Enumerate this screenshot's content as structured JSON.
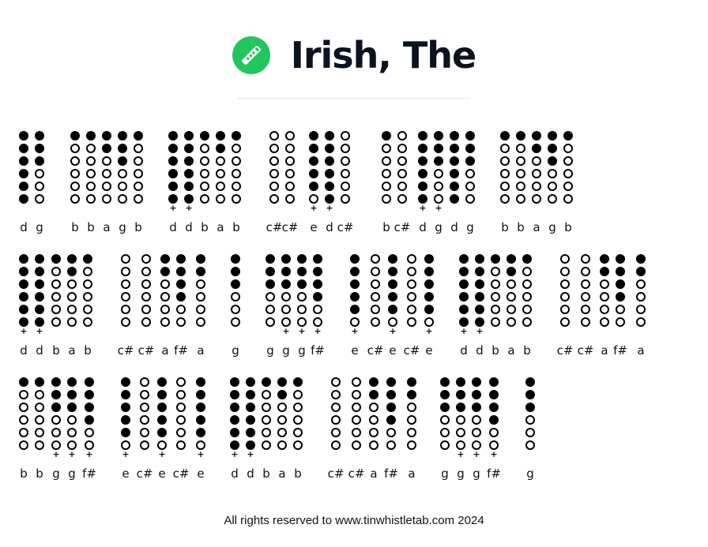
{
  "title": "Irish, The",
  "logo_icon": "tin-whistle-icon",
  "logo_color": "#22c55e",
  "footer": "All rights reserved to www.tinwhistletab.com 2024",
  "notes": [
    "d",
    "g",
    "b",
    "b",
    "a",
    "g",
    "b",
    "d+",
    "d+",
    "b",
    "a",
    "b",
    "c#",
    "c#",
    "e+",
    "d+",
    "c#",
    "b",
    "c#",
    "d+",
    "g+",
    "d",
    "g",
    "b",
    "b",
    "a",
    "g",
    "b",
    "d+",
    "d+",
    "b",
    "a",
    "b",
    "c#",
    "c#",
    "a",
    "f#",
    "a",
    "g",
    "g",
    "g+",
    "g+",
    "f#+",
    "e+",
    "c#",
    "e+",
    "c#",
    "e+",
    "d+",
    "d+",
    "b",
    "a",
    "b",
    "c#",
    "c#",
    "a",
    "f#",
    "a",
    "b",
    "b",
    "g+",
    "g+",
    "f#+",
    "e+",
    "c#",
    "e+",
    "c#",
    "e+",
    "d+",
    "d+",
    "b",
    "a",
    "b",
    "c#",
    "c#",
    "a",
    "f#",
    "a",
    "g",
    "g+",
    "g+",
    "f#+",
    "g"
  ],
  "fingerings": {
    "d": [
      1,
      1,
      1,
      1,
      1,
      1
    ],
    "e": [
      1,
      1,
      1,
      1,
      1,
      0
    ],
    "f#": [
      1,
      1,
      1,
      1,
      0,
      0
    ],
    "g": [
      1,
      1,
      1,
      0,
      0,
      0
    ],
    "a": [
      1,
      1,
      0,
      0,
      0,
      0
    ],
    "b": [
      1,
      0,
      0,
      0,
      0,
      0
    ],
    "c#": [
      0,
      0,
      0,
      0,
      0,
      0
    ]
  }
}
